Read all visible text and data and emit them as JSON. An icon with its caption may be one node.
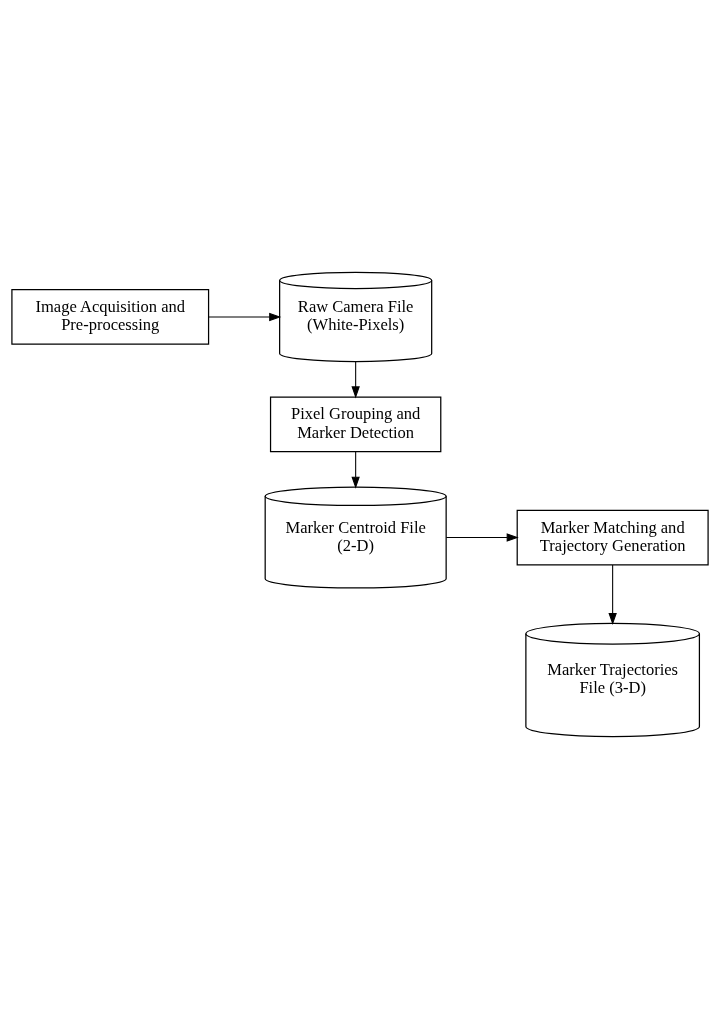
{
  "diagram": {
    "nodes": [
      {
        "text": [
          "Image Acquisition and Pre-processing"
        ]
      },
      {
        "text": [
          "Raw Camera File (White-Pixels)"
        ]
      },
      {
        "text": [
          "Pixel Grouping and Marker Detection"
        ]
      },
      {
        "text": [
          "Marker Centroid File (2-D)"
        ]
      },
      {
        "text": [
          "Marker Matching and Trajectory Generation"
        ]
      },
      {
        "text": [
          "Marker Trajectories File (3-D)"
        ]
      }
    ],
    "edges": [
      {
        "from": 0,
        "to": 1,
        "arrow": "to"
      },
      {
        "from": 1,
        "to": 2,
        "arrow": "to"
      },
      {
        "from": 2,
        "to": 3,
        "arrow": "to"
      },
      {
        "from": 3,
        "to": 4,
        "arrow": "to"
      },
      {
        "from": 4,
        "to": 5,
        "arrow": "to"
      }
    ]
  }
}
